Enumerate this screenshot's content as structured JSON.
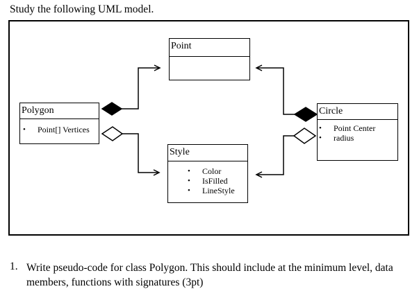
{
  "page": {
    "title": "Study the following UML model."
  },
  "icons": {
    "bullet": "•"
  },
  "colors": {
    "ink": "#000000",
    "background": "#ffffff"
  },
  "diagram": {
    "classes": {
      "point": {
        "name": "Point",
        "attributes": []
      },
      "polygon": {
        "name": "Polygon",
        "attributes": [
          "Point[] Vertices"
        ]
      },
      "style": {
        "name": "Style",
        "attributes": [
          "Color",
          "IsFilled",
          "LineStyle"
        ]
      },
      "circle": {
        "name": "Circle",
        "attributes": [
          "Point Center",
          "radius"
        ]
      }
    },
    "relationships": [
      {
        "from": "Polygon",
        "to": "Point",
        "type": "composition"
      },
      {
        "from": "Polygon",
        "to": "Style",
        "type": "aggregation"
      },
      {
        "from": "Circle",
        "to": "Point",
        "type": "composition"
      },
      {
        "from": "Circle",
        "to": "Style",
        "type": "aggregation"
      }
    ]
  },
  "question": {
    "number": "1.",
    "lines": [
      "Write pseudo-code for class Polygon. This should include at the minimum level, data",
      "members, functions with signatures (3pt)"
    ]
  }
}
